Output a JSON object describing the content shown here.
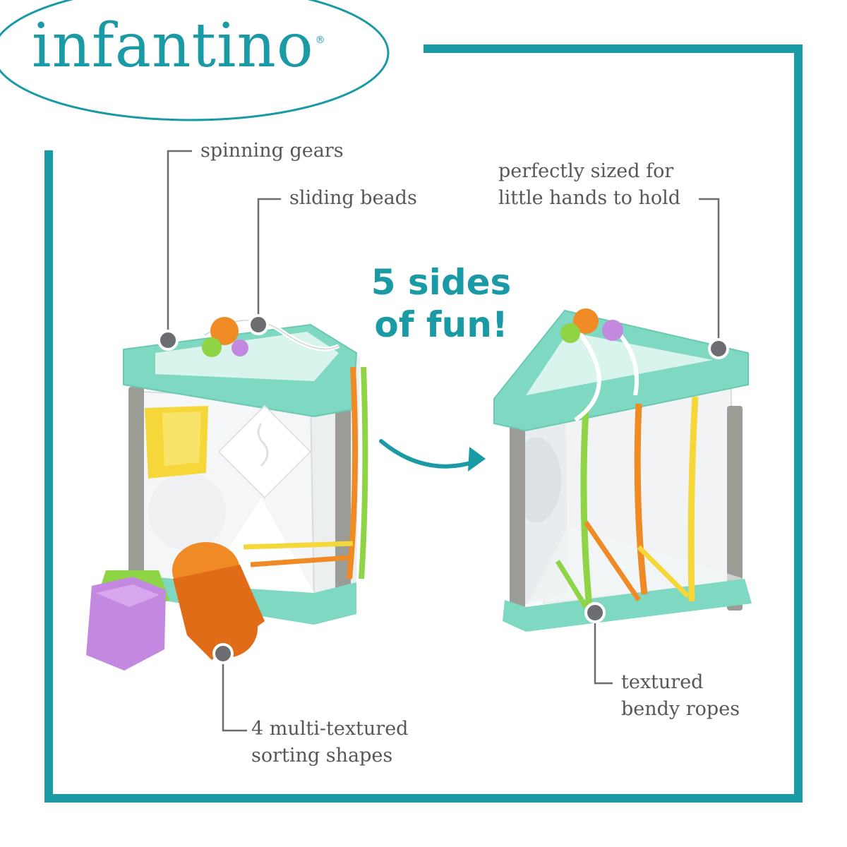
{
  "brand": {
    "name": "infantino",
    "trademark": "®"
  },
  "headline": {
    "line1": "5 sides",
    "line2": "of fun!"
  },
  "callouts": {
    "gears": "spinning gears",
    "beads": "sliding beads",
    "hands_line1": "perfectly sized for",
    "hands_line2": "little hands to hold",
    "shapes_line1": "4 multi-textured",
    "shapes_line2": "sorting shapes",
    "ropes_line1": "textured",
    "ropes_line2": "bendy ropes"
  },
  "colors": {
    "brand_teal": "#1a9aa5",
    "toy_mint": "#7fd8c2",
    "label_gray": "#55575a",
    "yellow": "#f5d73a",
    "orange": "#f08a24",
    "purple": "#c389e0",
    "green": "#8fd444"
  },
  "icons": [
    "curved-arrow-icon"
  ]
}
